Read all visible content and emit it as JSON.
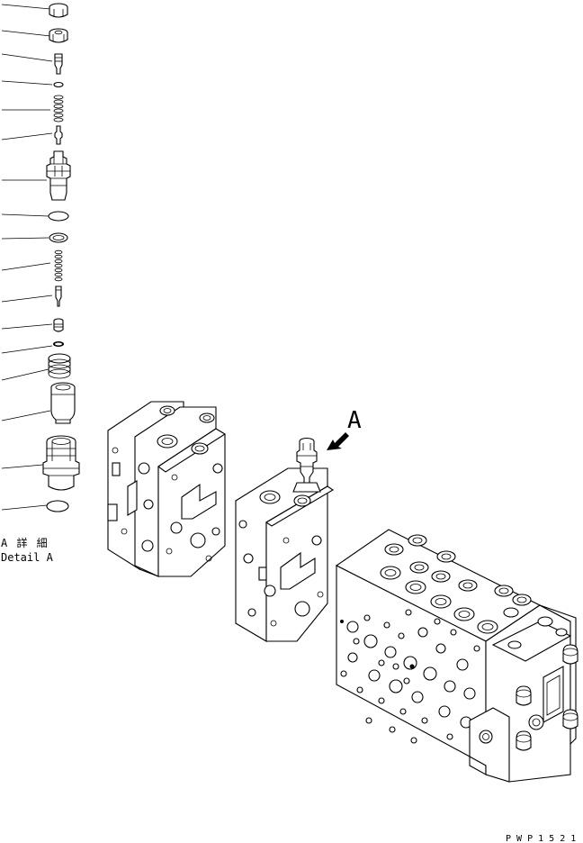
{
  "view_marker": {
    "letter": "A"
  },
  "detail_caption": {
    "japanese": "A 詳 細",
    "english": "Detail A"
  },
  "drawing_code": "P W P 1 5 2 1",
  "colors": {
    "line": "#000000",
    "background": "#ffffff"
  }
}
